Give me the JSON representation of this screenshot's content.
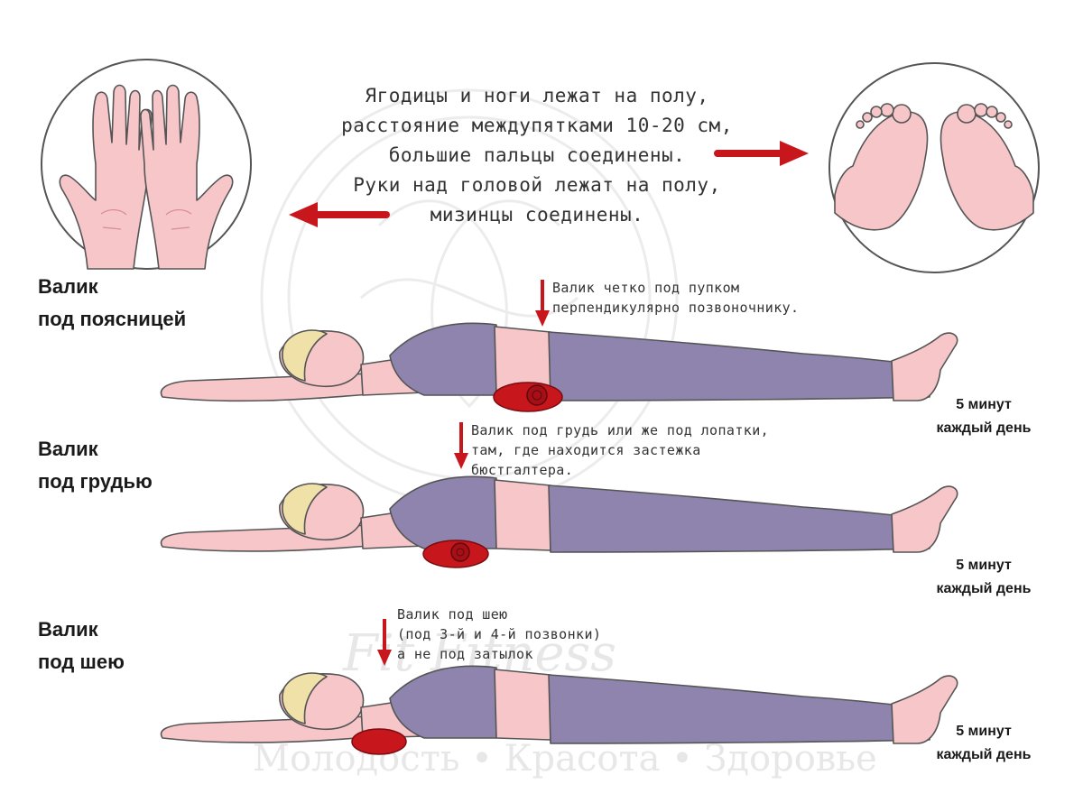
{
  "intro": {
    "line1": "Ягодицы и ноги лежат на полу,",
    "line2": "расстояние междупятками 10-20 см,",
    "line3": "большие пальцы соединены.",
    "line4": "Руки над головой лежат на полу,",
    "line5": "мизинцы соединены."
  },
  "watermark": {
    "tagline": "Молодость • Красота • Здоровье",
    "brand": "Fit Fitness"
  },
  "poses": [
    {
      "label_l1": "Валик",
      "label_l2": "под поясницей",
      "note_l1": "Валик четко под пупком",
      "note_l2": "перпендикулярно позвоночнику.",
      "note_l3": "",
      "dur_l1": "5 минут",
      "dur_l2": "каждый день"
    },
    {
      "label_l1": "Валик",
      "label_l2": "под грудью",
      "note_l1": "Валик под грудь или же под лопатки,",
      "note_l2": "там, где находится застежка",
      "note_l3": "бюстгалтера.",
      "dur_l1": "5 минут",
      "dur_l2": "каждый день"
    },
    {
      "label_l1": "Валик",
      "label_l2": "под шею",
      "note_l1": "Валик под шею",
      "note_l2": "(под 3-й и 4-й позвонки)",
      "note_l3": "а не под затылок",
      "dur_l1": "5 минут",
      "dur_l2": "каждый день"
    }
  ],
  "colors": {
    "skin": "#f6c6c9",
    "skin_line": "#d98a92",
    "clothes": "#8e84ad",
    "accent": "#c8161d",
    "outline": "#555555"
  }
}
